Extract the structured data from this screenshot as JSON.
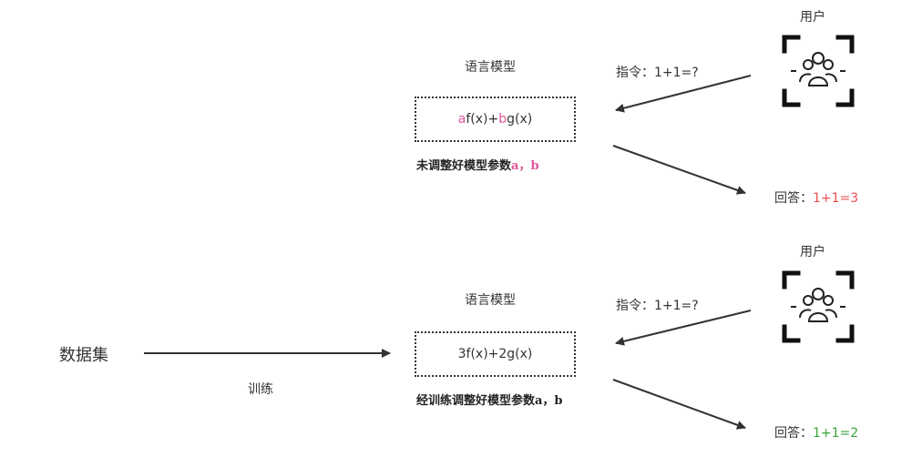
{
  "top": {
    "user_label": "用户",
    "model_title": "语言模型",
    "instruction": "指令：1+1=?",
    "formula": {
      "coef_a": "a",
      "part1": "f(x)+",
      "coef_b": "b",
      "part2": "g(x)"
    },
    "note": {
      "text": "未调整好模型参数",
      "params": "a，b"
    },
    "answer": {
      "label": "回答：",
      "value": "1+1=3"
    }
  },
  "bottom": {
    "user_label": "用户",
    "model_title": "语言模型",
    "instruction": "指令：1+1=?",
    "formula": "3f(x)+2g(x)",
    "note": "经训练调整好模型参数a，b",
    "answer": {
      "label": "回答：",
      "value": "1+1=2"
    },
    "dataset": "数据集",
    "train_label": "训练"
  },
  "colors": {
    "highlight": "#e0559a",
    "wrong": "#e85050",
    "correct": "#3aa33a",
    "line": "#333333"
  },
  "icons": {
    "user": "users-group-focus-icon"
  }
}
